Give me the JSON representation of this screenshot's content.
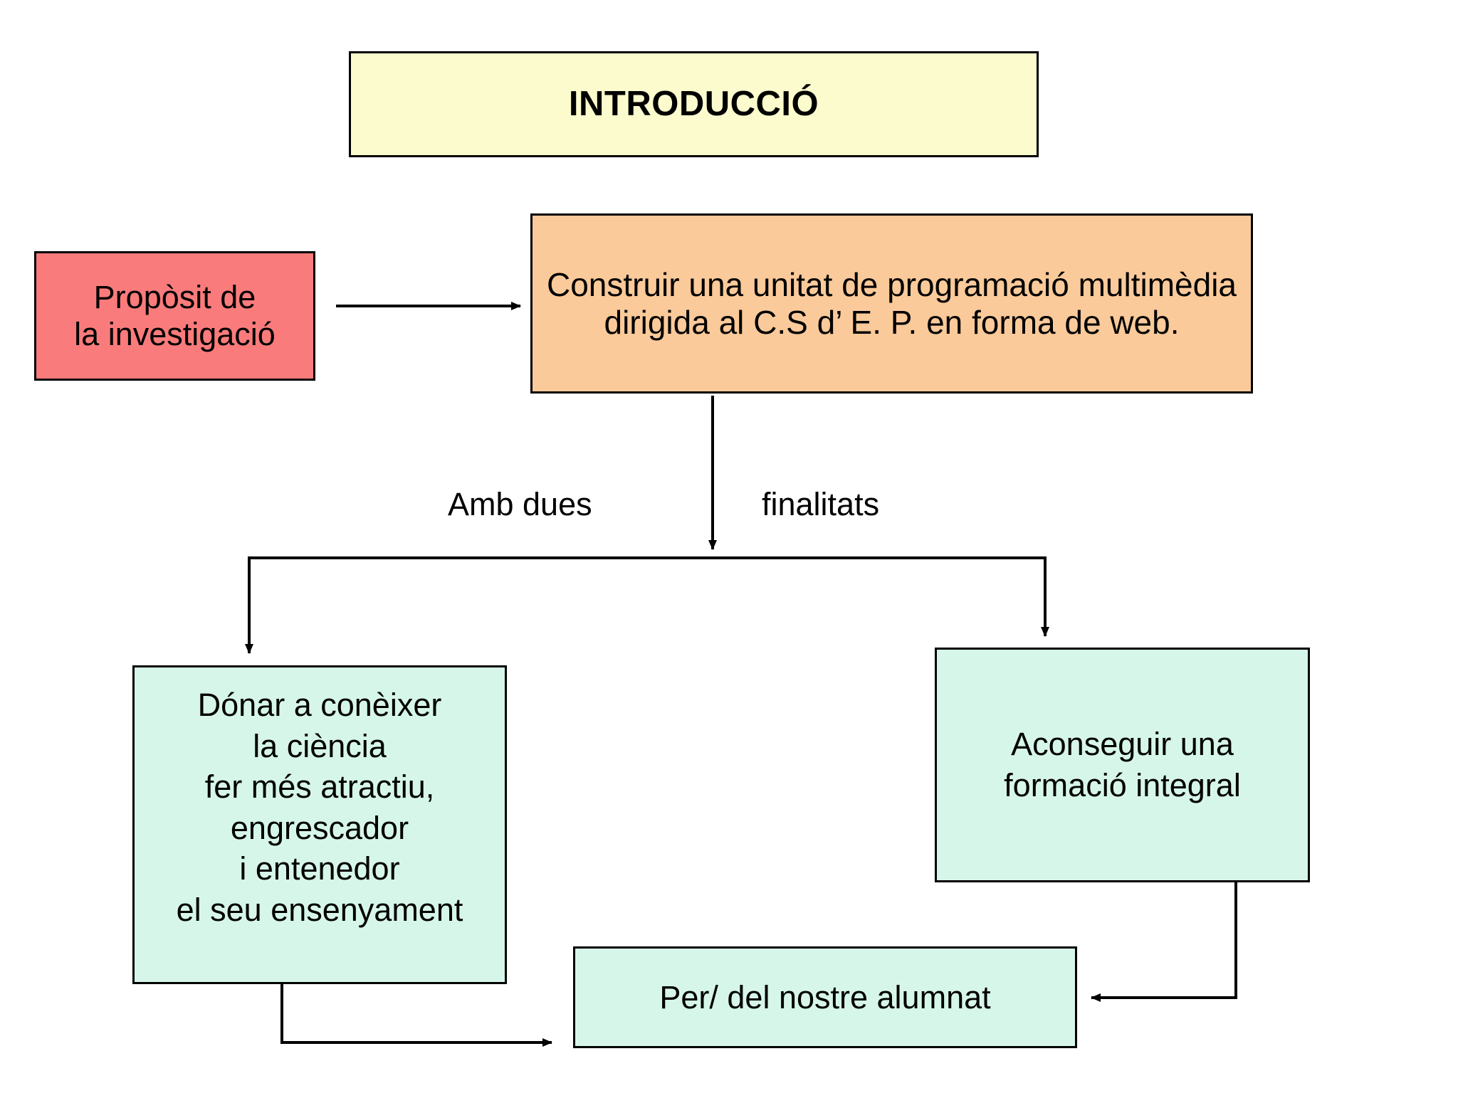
{
  "diagram": {
    "title": "INTRODUCCIÓ",
    "nodes": {
      "purpose": {
        "label": "Propòsit de\nla investigació",
        "color": "#fa7b7b"
      },
      "goal": {
        "label": "Construir una unitat de programació multimèdia dirigida al C.S d’ E. P. en forma de web.",
        "color": "#fbca9a"
      },
      "aim_left": {
        "label": "Dónar a conèixer\nla ciència\nfer més atractiu,\nengrescador\ni entenedor\nel seu ensenyament",
        "color": "#d6f6e9"
      },
      "aim_right": {
        "label": "Aconseguir una\nformació integral",
        "color": "#d6f6e9"
      },
      "target": {
        "label": "Per/ del nostre alumnat",
        "color": "#d6f6e9"
      }
    },
    "edge_labels": {
      "amb_dues": "Amb dues",
      "finalitats": "finalitats"
    },
    "colors": {
      "title_fill": "#fbfbcd",
      "purpose_fill": "#fa7b7b",
      "goal_fill": "#fbca9a",
      "aim_fill": "#d6f6e9",
      "stroke": "#000000",
      "background": "#ffffff"
    }
  }
}
